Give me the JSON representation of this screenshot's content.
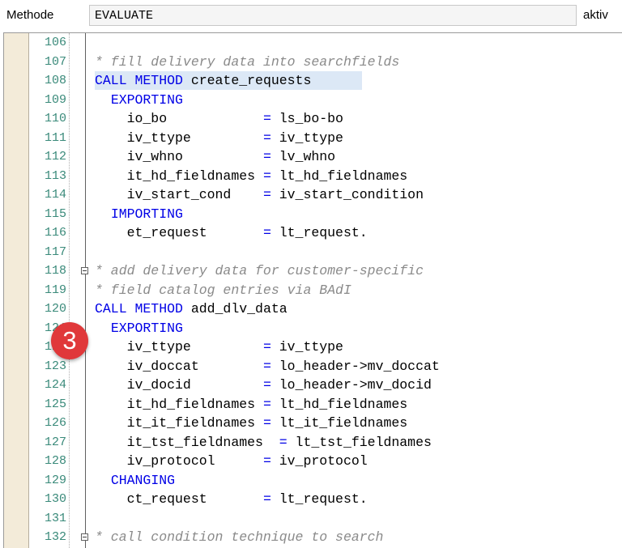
{
  "header": {
    "label": "Methode",
    "method_name": "EVALUATE",
    "status": "aktiv"
  },
  "badge": {
    "text": "3"
  },
  "lines": [
    {
      "n": "106",
      "parts": []
    },
    {
      "n": "107",
      "parts": [
        {
          "t": "* fill delivery data into searchfields",
          "c": "cm"
        }
      ]
    },
    {
      "n": "108",
      "hl": true,
      "parts": [
        {
          "t": "CALL METHOD",
          "c": "kw"
        },
        {
          "t": " create_requests",
          "c": ""
        }
      ]
    },
    {
      "n": "109",
      "parts": [
        {
          "t": "  ",
          "c": ""
        },
        {
          "t": "EXPORTING",
          "c": "kw"
        }
      ]
    },
    {
      "n": "110",
      "parts": [
        {
          "t": "    io_bo            ",
          "c": ""
        },
        {
          "t": "=",
          "c": "kw"
        },
        {
          "t": " ls_bo-bo",
          "c": ""
        }
      ]
    },
    {
      "n": "111",
      "parts": [
        {
          "t": "    iv_ttype         ",
          "c": ""
        },
        {
          "t": "=",
          "c": "kw"
        },
        {
          "t": " iv_ttype",
          "c": ""
        }
      ]
    },
    {
      "n": "112",
      "parts": [
        {
          "t": "    iv_whno          ",
          "c": ""
        },
        {
          "t": "=",
          "c": "kw"
        },
        {
          "t": " lv_whno",
          "c": ""
        }
      ]
    },
    {
      "n": "113",
      "parts": [
        {
          "t": "    it_hd_fieldnames ",
          "c": ""
        },
        {
          "t": "=",
          "c": "kw"
        },
        {
          "t": " lt_hd_fieldnames",
          "c": ""
        }
      ]
    },
    {
      "n": "114",
      "parts": [
        {
          "t": "    iv_start_cond    ",
          "c": ""
        },
        {
          "t": "=",
          "c": "kw"
        },
        {
          "t": " iv_start_condition",
          "c": ""
        }
      ]
    },
    {
      "n": "115",
      "parts": [
        {
          "t": "  ",
          "c": ""
        },
        {
          "t": "IMPORTING",
          "c": "kw"
        }
      ]
    },
    {
      "n": "116",
      "parts": [
        {
          "t": "    et_request       ",
          "c": ""
        },
        {
          "t": "=",
          "c": "kw"
        },
        {
          "t": " lt_request.",
          "c": ""
        }
      ]
    },
    {
      "n": "117",
      "parts": []
    },
    {
      "n": "118",
      "fold": true,
      "parts": [
        {
          "t": "* add delivery data for customer-specific",
          "c": "cm"
        }
      ]
    },
    {
      "n": "119",
      "parts": [
        {
          "t": "* field catalog entries via BAdI",
          "c": "cm"
        }
      ]
    },
    {
      "n": "120",
      "parts": [
        {
          "t": "CALL METHOD",
          "c": "kw"
        },
        {
          "t": " add_dlv_data",
          "c": ""
        }
      ]
    },
    {
      "n": "121",
      "parts": [
        {
          "t": "  ",
          "c": ""
        },
        {
          "t": "EXPORTING",
          "c": "kw"
        }
      ]
    },
    {
      "n": "122",
      "parts": [
        {
          "t": "    iv_ttype         ",
          "c": ""
        },
        {
          "t": "=",
          "c": "kw"
        },
        {
          "t": " iv_ttype",
          "c": ""
        }
      ]
    },
    {
      "n": "123",
      "parts": [
        {
          "t": "    iv_doccat        ",
          "c": ""
        },
        {
          "t": "=",
          "c": "kw"
        },
        {
          "t": " lo_header->mv_doccat",
          "c": ""
        }
      ]
    },
    {
      "n": "124",
      "parts": [
        {
          "t": "    iv_docid         ",
          "c": ""
        },
        {
          "t": "=",
          "c": "kw"
        },
        {
          "t": " lo_header->mv_docid",
          "c": ""
        }
      ]
    },
    {
      "n": "125",
      "parts": [
        {
          "t": "    it_hd_fieldnames ",
          "c": ""
        },
        {
          "t": "=",
          "c": "kw"
        },
        {
          "t": " lt_hd_fieldnames",
          "c": ""
        }
      ]
    },
    {
      "n": "126",
      "parts": [
        {
          "t": "    it_it_fieldnames ",
          "c": ""
        },
        {
          "t": "=",
          "c": "kw"
        },
        {
          "t": " lt_it_fieldnames",
          "c": ""
        }
      ]
    },
    {
      "n": "127",
      "parts": [
        {
          "t": "    it_tst_fieldnames  ",
          "c": ""
        },
        {
          "t": "=",
          "c": "kw"
        },
        {
          "t": " lt_tst_fieldnames",
          "c": ""
        }
      ]
    },
    {
      "n": "128",
      "parts": [
        {
          "t": "    iv_protocol      ",
          "c": ""
        },
        {
          "t": "=",
          "c": "kw"
        },
        {
          "t": " iv_protocol",
          "c": ""
        }
      ]
    },
    {
      "n": "129",
      "parts": [
        {
          "t": "  ",
          "c": ""
        },
        {
          "t": "CHANGING",
          "c": "kw"
        }
      ]
    },
    {
      "n": "130",
      "parts": [
        {
          "t": "    ct_request       ",
          "c": ""
        },
        {
          "t": "=",
          "c": "kw"
        },
        {
          "t": " lt_request.",
          "c": ""
        }
      ]
    },
    {
      "n": "131",
      "parts": []
    },
    {
      "n": "132",
      "fold": true,
      "parts": [
        {
          "t": "* call condition technique to search",
          "c": "cm"
        }
      ]
    }
  ]
}
